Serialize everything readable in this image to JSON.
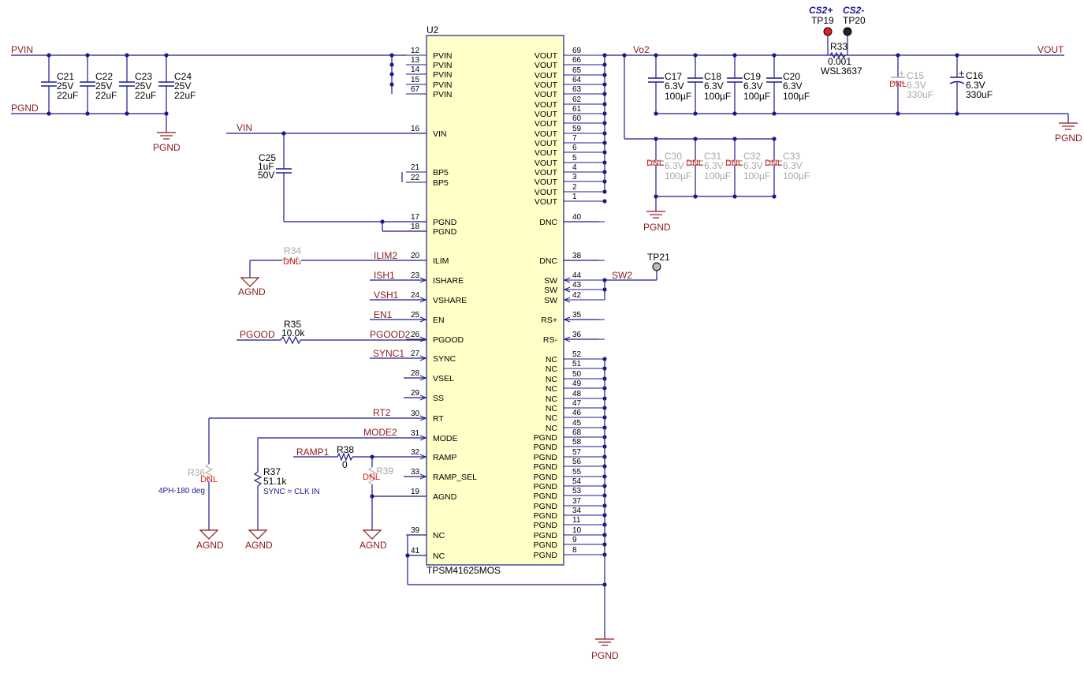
{
  "ic": {
    "ref": "U2",
    "part": "TPSM41625MOS"
  },
  "left_pins": [
    {
      "num": "12",
      "label": "PVIN"
    },
    {
      "num": "13",
      "label": "PVIN"
    },
    {
      "num": "14",
      "label": "PVIN"
    },
    {
      "num": "15",
      "label": "PVIN"
    },
    {
      "num": "67",
      "label": "PVIN"
    },
    {
      "num": "16",
      "label": "VIN"
    },
    {
      "num": "21",
      "label": "BP5"
    },
    {
      "num": "22",
      "label": "BP5"
    },
    {
      "num": "17",
      "label": "PGND"
    },
    {
      "num": "18",
      "label": "PGND"
    },
    {
      "num": "20",
      "label": "ILIM"
    },
    {
      "num": "23",
      "label": "ISHARE"
    },
    {
      "num": "24",
      "label": "VSHARE"
    },
    {
      "num": "25",
      "label": "EN"
    },
    {
      "num": "26",
      "label": "PGOOD"
    },
    {
      "num": "27",
      "label": "SYNC"
    },
    {
      "num": "28",
      "label": "VSEL"
    },
    {
      "num": "29",
      "label": "SS"
    },
    {
      "num": "30",
      "label": "RT"
    },
    {
      "num": "31",
      "label": "MODE"
    },
    {
      "num": "32",
      "label": "RAMP"
    },
    {
      "num": "33",
      "label": "RAMP_SEL"
    },
    {
      "num": "19",
      "label": "AGND"
    },
    {
      "num": "39",
      "label": "NC"
    },
    {
      "num": "41",
      "label": "NC"
    }
  ],
  "right_pins": [
    {
      "num": "69",
      "label": "VOUT"
    },
    {
      "num": "66",
      "label": "VOUT"
    },
    {
      "num": "65",
      "label": "VOUT"
    },
    {
      "num": "64",
      "label": "VOUT"
    },
    {
      "num": "63",
      "label": "VOUT"
    },
    {
      "num": "62",
      "label": "VOUT"
    },
    {
      "num": "61",
      "label": "VOUT"
    },
    {
      "num": "60",
      "label": "VOUT"
    },
    {
      "num": "59",
      "label": "VOUT"
    },
    {
      "num": "7",
      "label": "VOUT"
    },
    {
      "num": "6",
      "label": "VOUT"
    },
    {
      "num": "5",
      "label": "VOUT"
    },
    {
      "num": "4",
      "label": "VOUT"
    },
    {
      "num": "3",
      "label": "VOUT"
    },
    {
      "num": "2",
      "label": "VOUT"
    },
    {
      "num": "1",
      "label": "VOUT"
    },
    {
      "num": "40",
      "label": "DNC"
    },
    {
      "num": "38",
      "label": "DNC"
    },
    {
      "num": "44",
      "label": "SW"
    },
    {
      "num": "43",
      "label": "SW"
    },
    {
      "num": "42",
      "label": "SW"
    },
    {
      "num": "35",
      "label": "RS+"
    },
    {
      "num": "36",
      "label": "RS-"
    },
    {
      "num": "52",
      "label": "NC"
    },
    {
      "num": "51",
      "label": "NC"
    },
    {
      "num": "50",
      "label": "NC"
    },
    {
      "num": "49",
      "label": "NC"
    },
    {
      "num": "48",
      "label": "NC"
    },
    {
      "num": "47",
      "label": "NC"
    },
    {
      "num": "46",
      "label": "NC"
    },
    {
      "num": "45",
      "label": "NC"
    },
    {
      "num": "68",
      "label": "PGND"
    },
    {
      "num": "58",
      "label": "PGND"
    },
    {
      "num": "57",
      "label": "PGND"
    },
    {
      "num": "56",
      "label": "PGND"
    },
    {
      "num": "55",
      "label": "PGND"
    },
    {
      "num": "54",
      "label": "PGND"
    },
    {
      "num": "53",
      "label": "PGND"
    },
    {
      "num": "37",
      "label": "PGND"
    },
    {
      "num": "34",
      "label": "PGND"
    },
    {
      "num": "11",
      "label": "PGND"
    },
    {
      "num": "10",
      "label": "PGND"
    },
    {
      "num": "9",
      "label": "PGND"
    },
    {
      "num": "8",
      "label": "PGND"
    }
  ],
  "nets": {
    "pvin": "PVIN",
    "pgnd": "PGND",
    "vin": "VIN",
    "vout": "VOUT",
    "vo2": "Vo2",
    "ilim2": "ILIM2",
    "ish1": "ISH1",
    "vsh1": "VSH1",
    "en1": "EN1",
    "pgood": "PGOOD",
    "pgood2": "PGOOD2",
    "sync1": "SYNC1",
    "rt2": "RT2",
    "mode2": "MODE2",
    "ramp1": "RAMP1",
    "sw2": "SW2",
    "agnd": "AGND"
  },
  "input_caps": [
    {
      "ref": "C21",
      "voltage": "25V",
      "value": "22uF"
    },
    {
      "ref": "C22",
      "voltage": "25V",
      "value": "22uF"
    },
    {
      "ref": "C23",
      "voltage": "25V",
      "value": "22uF"
    },
    {
      "ref": "C24",
      "voltage": "25V",
      "value": "22uF"
    }
  ],
  "c25": {
    "ref": "C25",
    "value": "1uF",
    "voltage": "50V"
  },
  "output_caps": [
    {
      "ref": "C17",
      "voltage": "6.3V",
      "value": "100µF"
    },
    {
      "ref": "C18",
      "voltage": "6.3V",
      "value": "100µF"
    },
    {
      "ref": "C19",
      "voltage": "6.3V",
      "value": "100µF"
    },
    {
      "ref": "C20",
      "voltage": "6.3V",
      "value": "100µF"
    }
  ],
  "dnl_caps": [
    {
      "ref": "C30",
      "voltage": "6.3V",
      "value": "100µF"
    },
    {
      "ref": "C31",
      "voltage": "6.3V",
      "value": "100µF"
    },
    {
      "ref": "C32",
      "voltage": "6.3V",
      "value": "100µF"
    },
    {
      "ref": "C33",
      "voltage": "6.3V",
      "value": "100µF"
    }
  ],
  "c15": {
    "ref": "C15",
    "voltage": "6.3V",
    "value": "330uF"
  },
  "c16": {
    "ref": "C16",
    "voltage": "6.3V",
    "value": "330uF"
  },
  "r33": {
    "ref": "R33",
    "value": "0.001",
    "part": "WSL3637"
  },
  "r34": {
    "ref": "R34"
  },
  "r35": {
    "ref": "R35",
    "value": "10.0k"
  },
  "r36": {
    "ref": "R36"
  },
  "r37": {
    "ref": "R37",
    "value": "51.1k"
  },
  "r38": {
    "ref": "R38",
    "value": "0"
  },
  "r39": {
    "ref": "R39"
  },
  "dnl": "DNL",
  "notes": {
    "r36": "4PH-180 deg",
    "r37": "SYNC = CLK IN"
  },
  "testpoints": {
    "tp19": {
      "ref": "TP19",
      "label": "CS2+"
    },
    "tp20": {
      "ref": "TP20",
      "label": "CS2-"
    },
    "tp21": {
      "ref": "TP21"
    }
  },
  "colors": {
    "wire": "#1a1a8c",
    "net": "#8b1a1a",
    "ic_fill": "#ffffc8",
    "dnl": "#e02020",
    "grey": "#a8a8a8",
    "tp_red": "#e02020"
  }
}
